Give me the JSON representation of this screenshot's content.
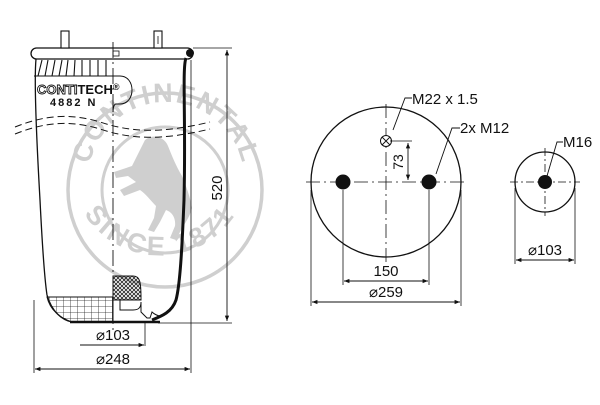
{
  "watermark": {
    "top_text": "CONTINENTAL",
    "bottom_text": "SINCE 1871",
    "icon": "rearing-horse-icon",
    "color": "#cfcfcf"
  },
  "side_view": {
    "brand_left": "CONTI",
    "brand_right": "TECH",
    "brand_mark": "®",
    "part_number": "4882 N",
    "height_dim": "520",
    "piston_dia_symbol": "⌀",
    "piston_dia": "103",
    "body_dia_symbol": "⌀",
    "body_dia": "248"
  },
  "top_plate_view": {
    "port_label": "M22 x 1.5",
    "studs_label": "2x M12",
    "port_offset_dim": "73",
    "stud_spacing_dim": "150",
    "plate_dia_symbol": "⌀",
    "plate_dia": "259"
  },
  "piston_view": {
    "bolt_label": "M16",
    "dia_symbol": "⌀",
    "dia": "103"
  },
  "colors": {
    "line": "#111111",
    "watermark": "#cfcfcf",
    "hatch": "#222222"
  }
}
